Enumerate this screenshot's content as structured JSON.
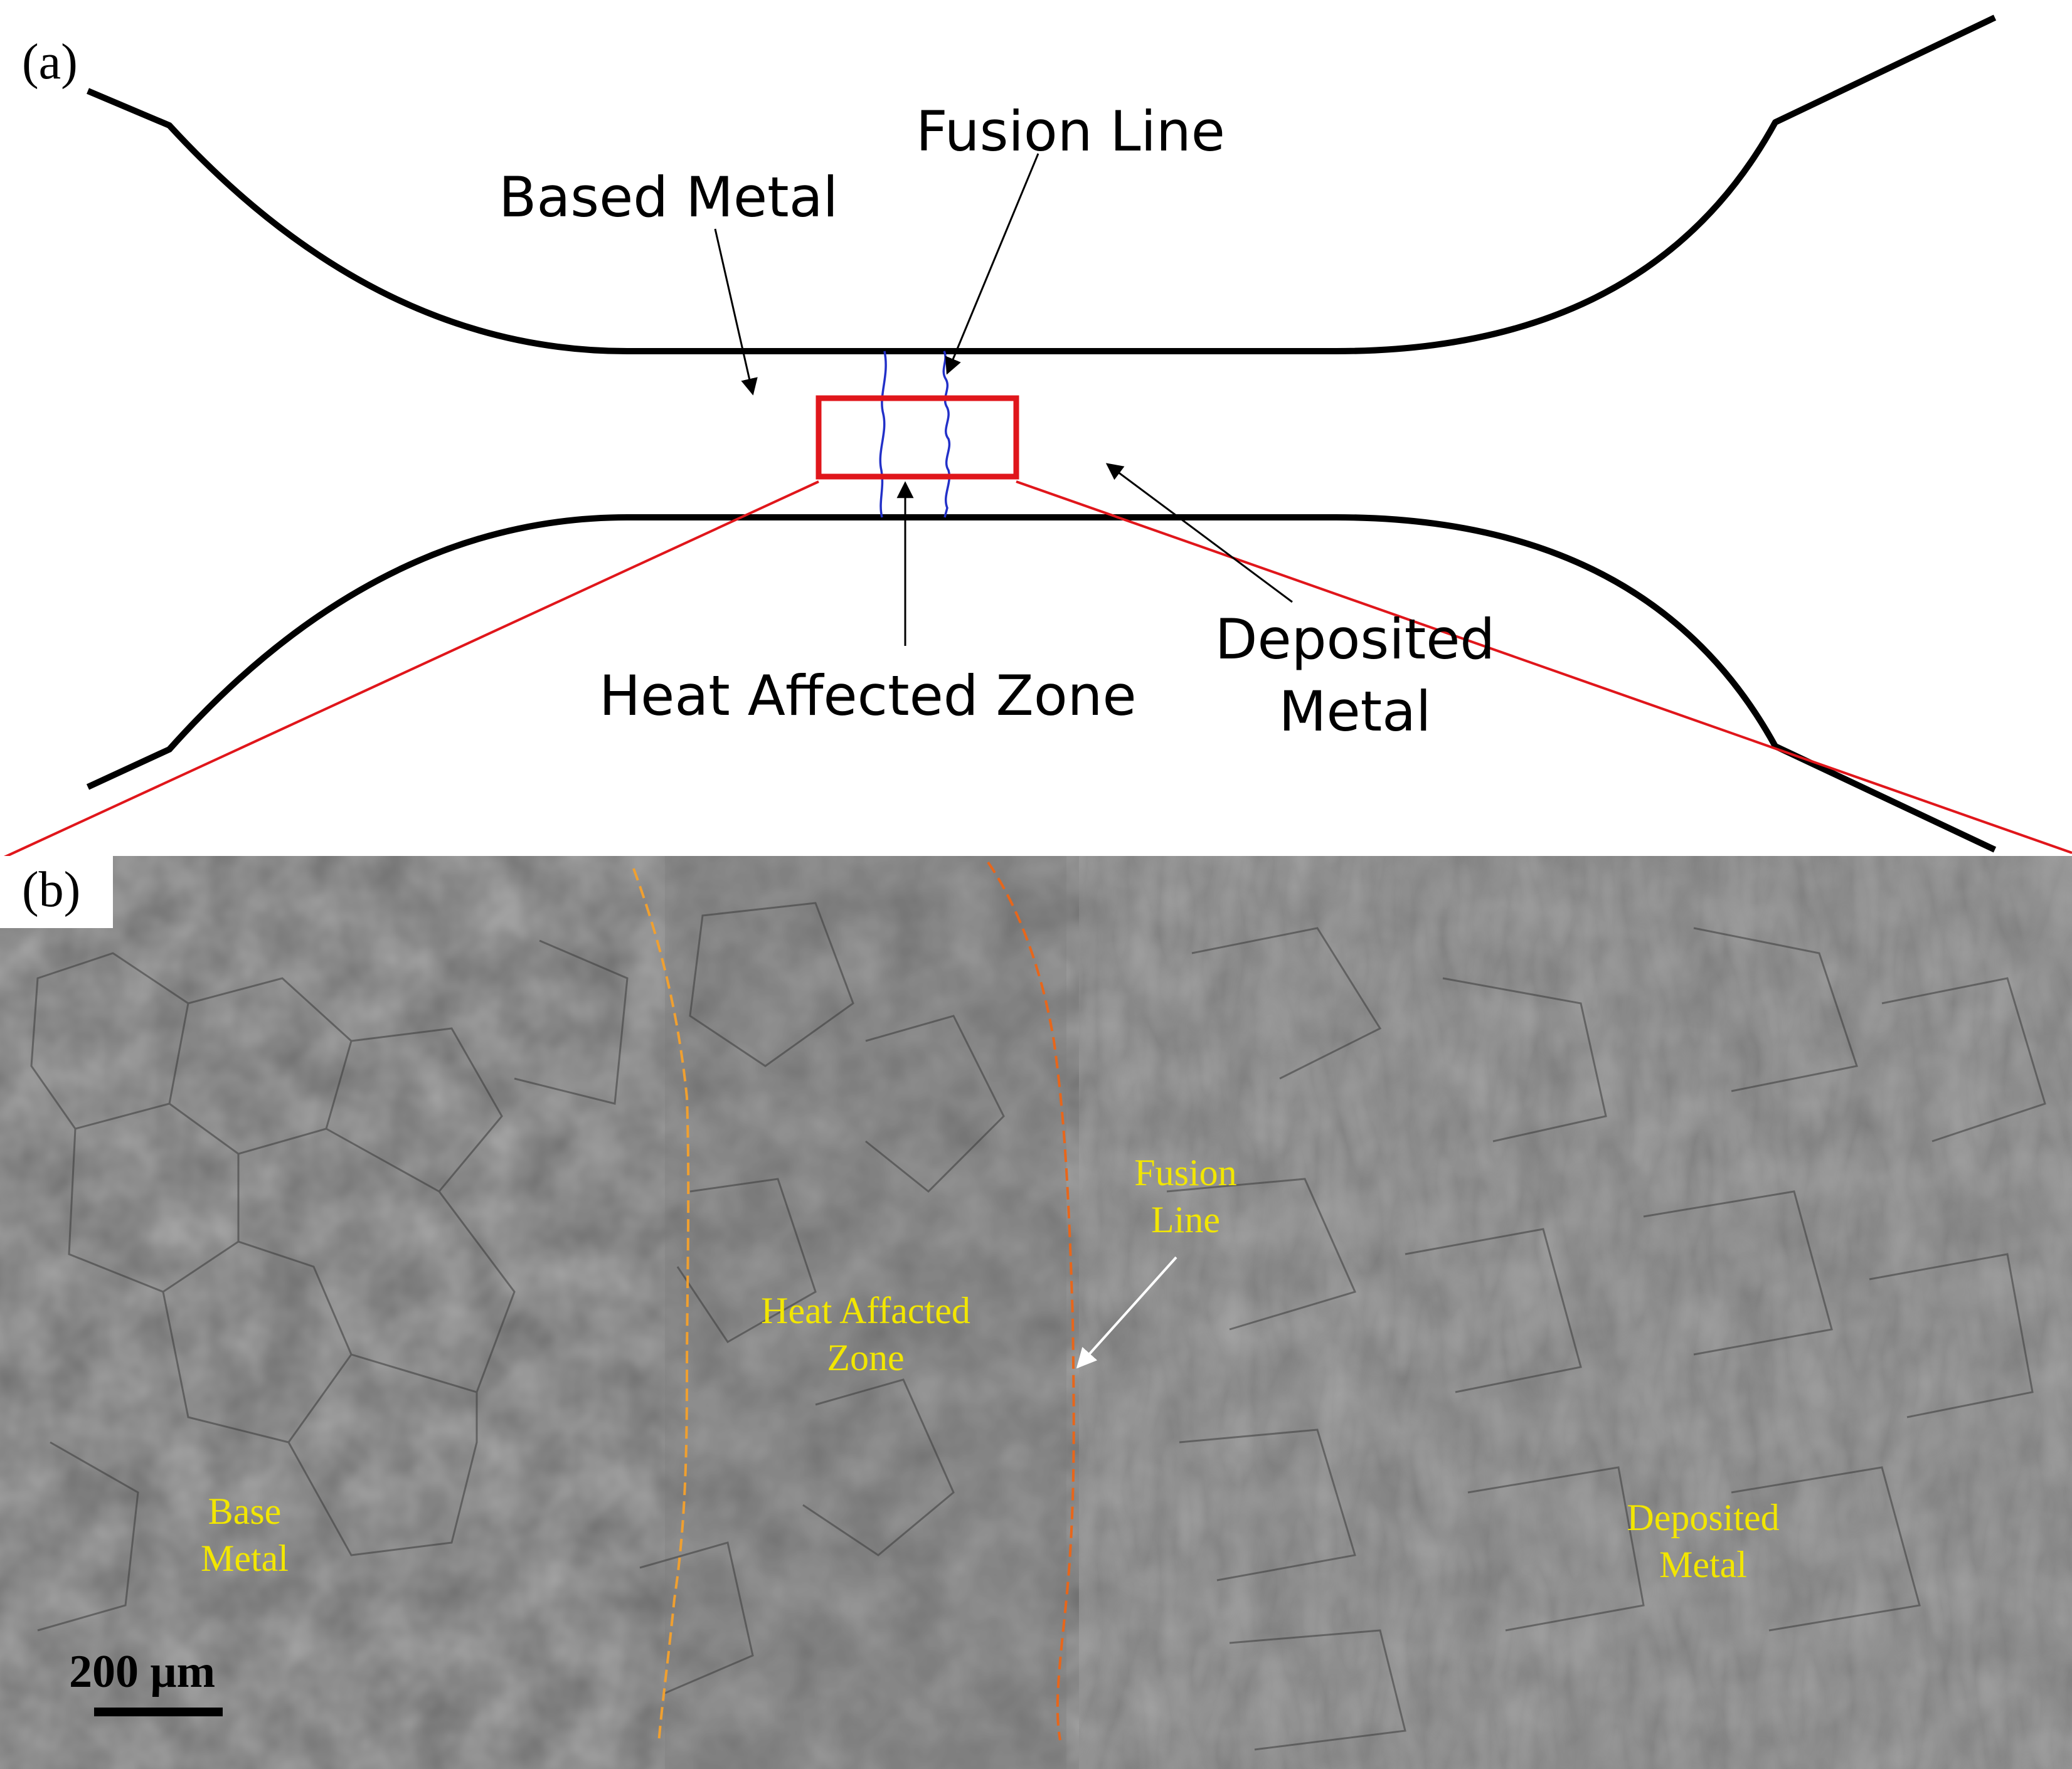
{
  "panel_a": {
    "tag": "(a)",
    "labels": {
      "based_metal": "Based Metal",
      "fusion_line": "Fusion Line",
      "heat_affected_zone": "Heat Affected Zone",
      "deposited_metal_line1": "Deposited",
      "deposited_metal_line2": "Metal"
    }
  },
  "panel_b": {
    "tag": "(b)",
    "labels": {
      "base_metal_line1": "Base",
      "base_metal_line2": "Metal",
      "haz_line1": "Heat Affacted",
      "haz_line2": "Zone",
      "fusion_line1": "Fusion",
      "fusion_line2": "Line",
      "deposited_line1": "Deposited",
      "deposited_line2": "Metal"
    },
    "scale_bar": "200 μm"
  },
  "colors": {
    "outline": "#000000",
    "zoom_box": "#e0161b",
    "fusion_curves": "#2230c8",
    "haz_boundary_dashed": "#f0a030",
    "fusion_boundary_dashed": "#e8661a",
    "micrograph_labels": "#f2e600"
  }
}
